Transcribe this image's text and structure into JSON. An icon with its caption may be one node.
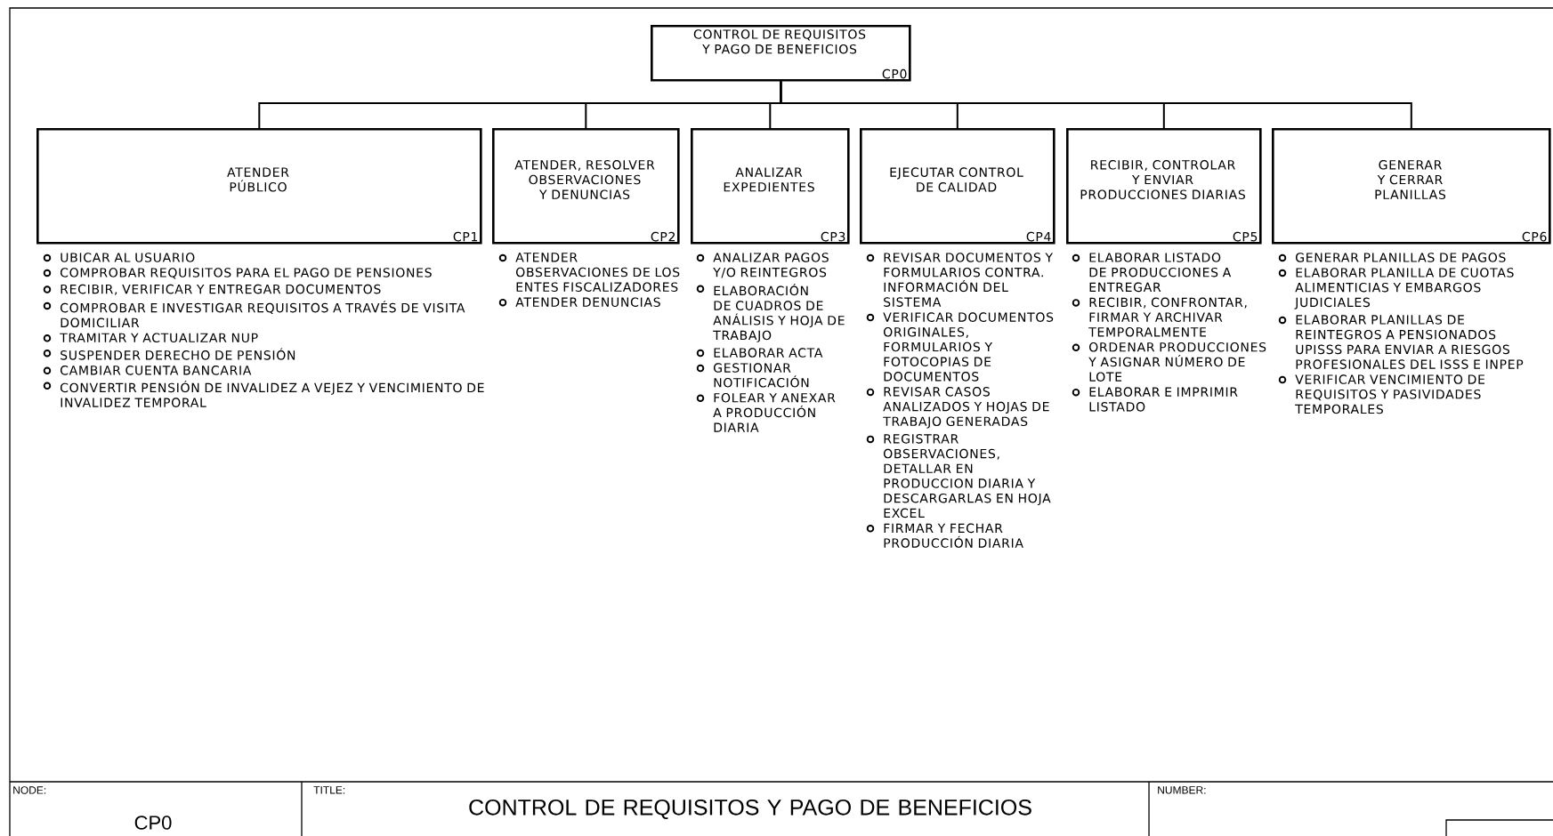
{
  "diagram": {
    "nodes": [
      {
        "text": [
          "CONTROL DE REQUISITOS Y PAGO DE BENEFICIOS",
          "CP0"
        ]
      },
      {
        "text": [
          "ATENDER PÚBLICO",
          "CP1"
        ],
        "beside": [
          "UBICAR AL USUARIO",
          "COMPROBAR REQUISITOS PARA EL PAGO DE PENSIONES",
          "RECIBIR, VERIFICAR Y ENTREGAR DOCUMENTOS",
          "COMPROBAR E INVESTIGAR REQUISITOS A TRAVÉS DE VISITA DOMICILIAR",
          "TRAMITAR Y ACTUALIZAR NUP",
          "SUSPENDER DERECHO DE PENSIÓN",
          "CAMBIAR CUENTA BANCARIA",
          "CONVERTIR PENSIÓN DE INVALIDEZ A VEJEZ Y VENCIMIENTO DE INVALIDEZ TEMPORAL"
        ]
      },
      {
        "text": [
          "ATENDER, RESOLVER OBSERVACIONES Y DENUNCIAS",
          "CP2"
        ],
        "beside": [
          "ATENDER OBSERVACIONES DE LOS ENTES FISCALIZADORES",
          "ATENDER DENUNCIAS"
        ]
      },
      {
        "text": [
          "ANALIZAR EXPEDIENTES",
          "CP3"
        ],
        "beside": [
          "ANALIZAR PAGOS Y/O REINTEGROS",
          "ELABORACIÓN DE CUADROS DE ANÁLISIS Y HOJA DE TRABAJO",
          "ELABORAR ACTA",
          "GESTIONAR NOTIFICACIÓN",
          "FOLEAR Y ANEXAR A PRODUCCIÓN DIARIA"
        ]
      },
      {
        "text": [
          "EJECUTAR CONTROL DE CALIDAD",
          "CP4"
        ],
        "beside": [
          "REVISAR DOCUMENTOS Y FORMULARIOS CONTRA. INFORMACIÓN DEL SISTEMA",
          "VERIFICAR DOCUMENTOS ORIGINALES, FORMULARIOS Y FOTOCOPIAS DE DOCUMENTOS",
          "REVISAR CASOS ANALIZADOS Y HOJAS DE TRABAJO GENERADAS",
          "REGISTRAR OBSERVACIONES, DETALLAR EN PRODUCCION DIARIA Y DESCARGARLAS EN HOJA EXCEL",
          "FIRMAR Y FECHAR PRODUCCIÓN DIARIA"
        ]
      },
      {
        "text": [
          "RECIBIR, CONTROLAR Y ENVIAR PRODUCCIONES DIARIAS",
          "CP5"
        ],
        "beside": [
          "ELABORAR LISTADO DE PRODUCCIONES A ENTREGAR",
          "RECIBIR, CONFRONTAR, FIRMAR Y ARCHIVAR TEMPORALMENTE",
          "ORDENAR PRODUCCIONES Y ASIGNAR NÚMERO DE LOTE",
          "ELABORAR E IMPRIMIR LISTADO"
        ]
      },
      {
        "text": [
          "GENERAR Y CERRAR PLANILLAS",
          "CP6"
        ],
        "beside": [
          "GENERAR PLANILLAS DE PAGOS",
          "ELABORAR PLANILLA DE CUOTAS ALIMENTICIAS Y EMBARGOS JUDICIALES",
          "ELABORAR PLANILLAS DE REINTEGROS A PENSIONADOS UPISSS PARA ENVIAR A RIESGOS PROFESIONALES DEL ISSS E INPEP",
          "VERIFICAR VENCIMIENTO DE REQUISITOS Y PASIVIDADES TEMPORALES"
        ]
      }
    ],
    "edges": [
      {
        "from": 0,
        "to": 1,
        "arrow": "none"
      },
      {
        "from": 0,
        "to": 2,
        "arrow": "none"
      },
      {
        "from": 0,
        "to": 3,
        "arrow": "none"
      },
      {
        "from": 0,
        "to": 4,
        "arrow": "none"
      },
      {
        "from": 0,
        "to": 5,
        "arrow": "none"
      },
      {
        "from": 0,
        "to": 6,
        "arrow": "none"
      }
    ],
    "labels": [
      "NODE:",
      "CP0",
      "TITLE:",
      "CONTROL DE REQUISITOS Y PAGO DE BENEFICIOS",
      "NUMBER:"
    ]
  }
}
